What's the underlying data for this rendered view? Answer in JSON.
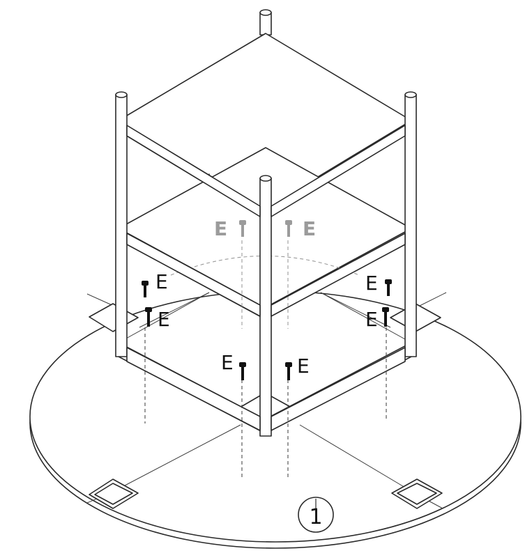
{
  "screw_label": "E",
  "part_number": "1",
  "colors": {
    "line": "#2a2a2a",
    "screw_dark": "#111111",
    "screw_gray": "#9b9b9b"
  },
  "screws": [
    {
      "label": "E",
      "tone": "gray"
    },
    {
      "label": "E",
      "tone": "gray"
    },
    {
      "label": "E",
      "tone": "dark"
    },
    {
      "label": "E",
      "tone": "dark"
    },
    {
      "label": "E",
      "tone": "dark"
    },
    {
      "label": "E",
      "tone": "dark"
    },
    {
      "label": "E",
      "tone": "dark"
    },
    {
      "label": "E",
      "tone": "dark"
    }
  ]
}
